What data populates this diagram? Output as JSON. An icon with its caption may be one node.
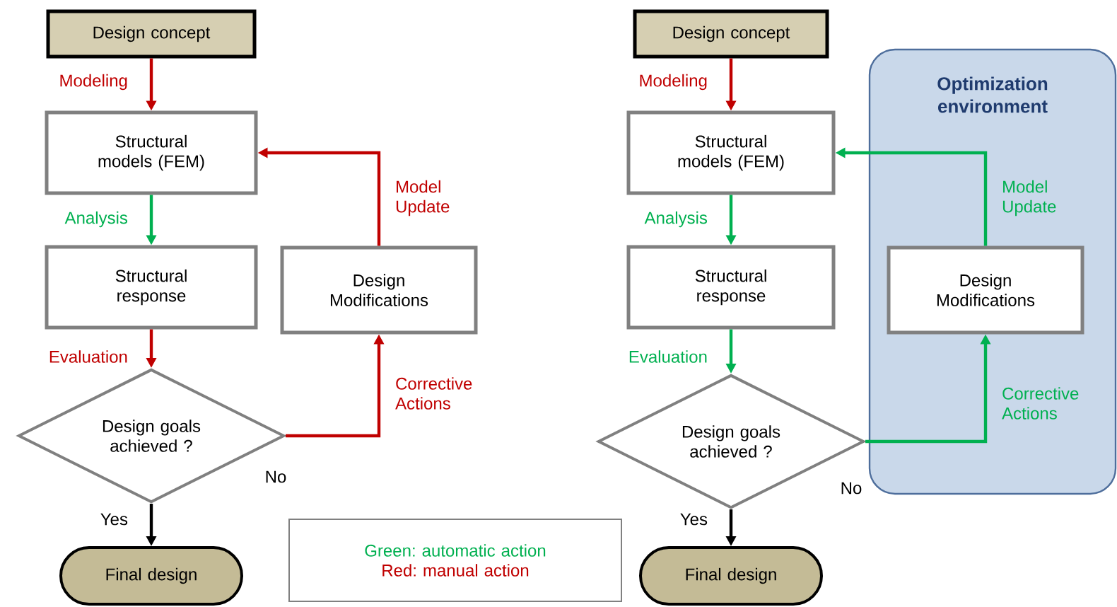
{
  "diagram": {
    "nodes": [
      {
        "text": [
          "Design concept"
        ]
      },
      {
        "text": [
          "Structural models (FEM)"
        ]
      },
      {
        "text": [
          "Structural response"
        ]
      },
      {
        "text": [
          "Design goals achieved ?"
        ]
      },
      {
        "text": [
          "Design Modifications"
        ]
      },
      {
        "text": [
          "Final design"
        ]
      },
      {
        "text": [
          "Green: automatic action",
          "Red: manual action"
        ]
      },
      {
        "text": [
          "Design concept"
        ]
      },
      {
        "text": [
          "Structural models (FEM)"
        ]
      },
      {
        "text": [
          "Structural response"
        ]
      },
      {
        "text": [
          "Design goals achieved ?"
        ]
      },
      {
        "text": [
          "Optimization environment"
        ]
      },
      {
        "text": [
          "Design Modifications"
        ],
        "in": 11
      },
      {
        "text": [
          "Final design"
        ]
      }
    ],
    "edges": [
      {
        "from": 0,
        "to": 1,
        "arrow": "to",
        "label": "Modeling",
        "color": "#c00000"
      },
      {
        "from": 1,
        "to": 2,
        "arrow": "to",
        "label": "Analysis",
        "color": "#00b050"
      },
      {
        "from": 2,
        "to": 3,
        "arrow": "to",
        "label": "Evaluation",
        "color": "#c00000"
      },
      {
        "from": 3,
        "to": 5,
        "arrow": "to",
        "label": "Yes",
        "color": "#000000"
      },
      {
        "from": 3,
        "to": 4,
        "arrow": "to",
        "label": "Corrective Actions",
        "color": "#c00000"
      },
      {
        "from": 4,
        "to": 1,
        "arrow": "to",
        "label": "Model Update",
        "color": "#c00000"
      },
      {
        "from": 7,
        "to": 8,
        "arrow": "to",
        "label": "Modeling",
        "color": "#c00000"
      },
      {
        "from": 8,
        "to": 9,
        "arrow": "to",
        "label": "Analysis",
        "color": "#00b050"
      },
      {
        "from": 9,
        "to": 10,
        "arrow": "to",
        "label": "Evaluation",
        "color": "#00b050"
      },
      {
        "from": 10,
        "to": 13,
        "arrow": "to",
        "label": "Yes",
        "color": "#000000"
      },
      {
        "from": 10,
        "to": 12,
        "arrow": "to",
        "label": "Corrective Actions",
        "color": "#00b050"
      },
      {
        "from": 12,
        "to": 8,
        "arrow": "to",
        "label": "Model Update",
        "color": "#00b050"
      }
    ],
    "labels": [
      "No",
      "No"
    ]
  }
}
